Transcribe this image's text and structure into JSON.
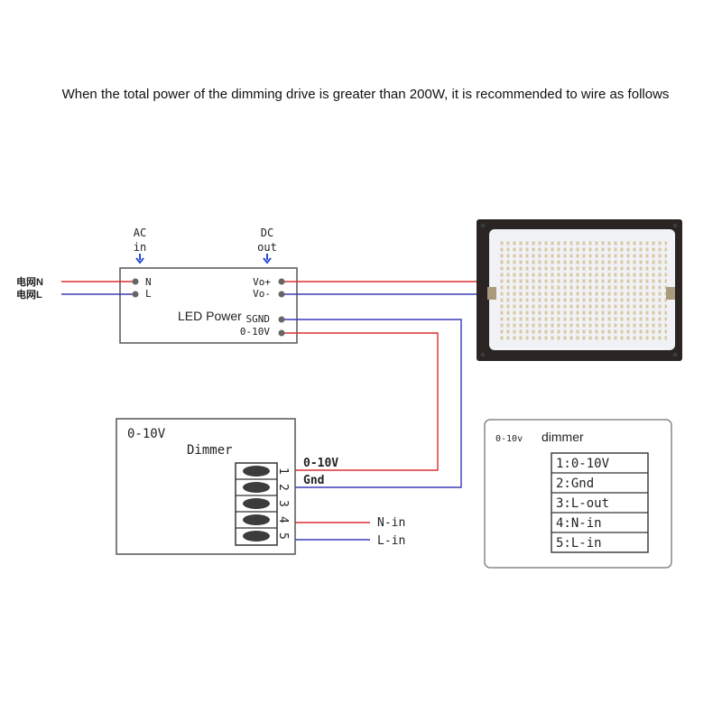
{
  "title": "When the total power of the dimming drive is greater than 200W, it is recommended to wire as follows",
  "colors": {
    "live_wire": "#d93030",
    "neutral_wire": "#3a3ab8",
    "box_stroke": "#555555",
    "led_panel": "#f1f2f6",
    "led_frame": "#2a2522"
  },
  "power": {
    "ac_label": "AC",
    "ac_sub": "in",
    "dc_label": "DC",
    "dc_sub": "out",
    "grid_n": "电网N",
    "grid_l": "电网L",
    "pin_n": "N",
    "pin_l": "L",
    "vo_plus": "Vo+",
    "vo_minus": "Vo-",
    "name": "LED Power",
    "sgnd": "SGND",
    "v010": "0-10V"
  },
  "dimmer": {
    "title_line1": "0-10V",
    "title_line2": "Dimmer",
    "terminals": [
      "1",
      "2",
      "3",
      "4",
      "5"
    ],
    "wire_010": "0-10V",
    "wire_gnd": "Gnd",
    "n_in": "N-in",
    "l_in": "L-in"
  },
  "legend": {
    "title_prefix": "0-10v",
    "title_word": "dimmer",
    "rows": [
      "1:0-10V",
      "2:Gnd",
      "3:L-out",
      "4:N-in",
      "5:L-in"
    ]
  }
}
